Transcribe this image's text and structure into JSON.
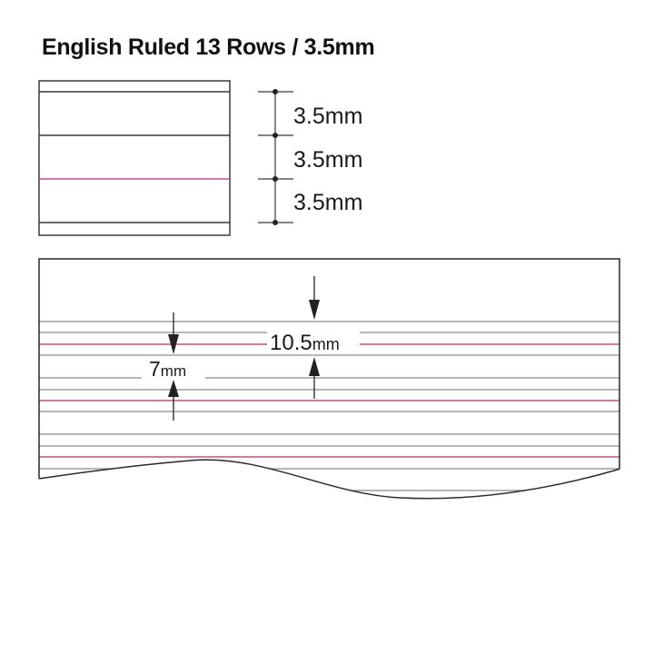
{
  "title": "English Ruled 13 Rows / 3.5mm",
  "colors": {
    "outline": "#3a3a3a",
    "rule_gray": "#8a8a8a",
    "rule_pink": "#c0508a",
    "text": "#1a1a1a"
  },
  "detail_diagram": {
    "spacing_labels": [
      "3.5mm",
      "3.5mm",
      "3.5mm"
    ]
  },
  "page_diagram": {
    "line_height_label_number": "7",
    "line_height_label_unit": "mm",
    "row_height_label_number": "10.5",
    "row_height_label_unit": "mm"
  }
}
